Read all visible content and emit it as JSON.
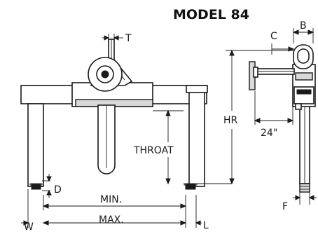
{
  "title": "MODEL 84",
  "labels": {
    "t": "T",
    "c": "C",
    "b": "B",
    "hr": "HR",
    "throat": "THROAT",
    "reach": "24\"",
    "d": "D",
    "min": "MIN.",
    "max": "MAX.",
    "w": "W",
    "l": "L",
    "f": "F"
  }
}
